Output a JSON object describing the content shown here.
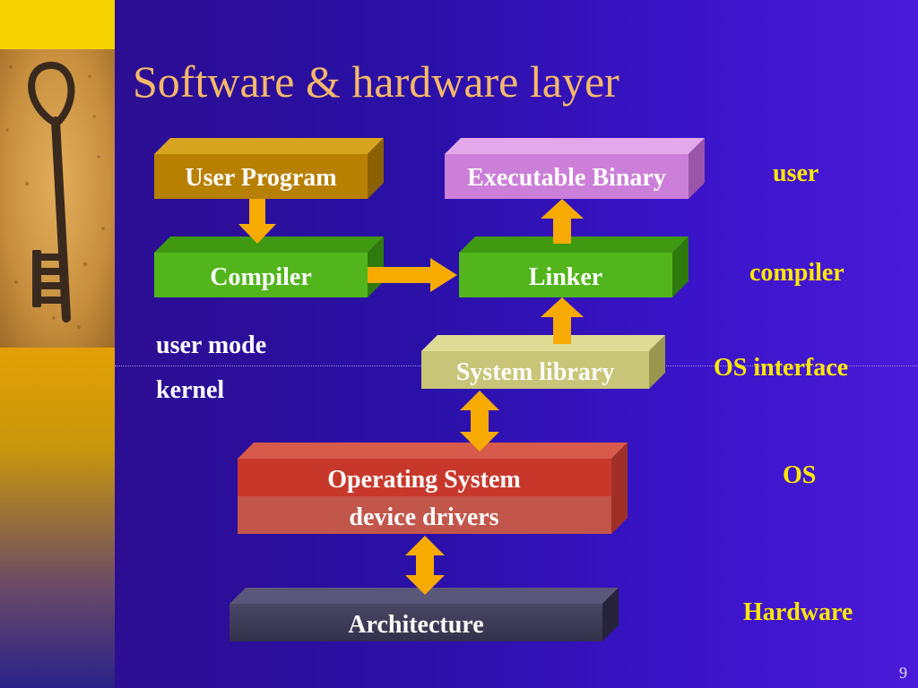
{
  "slide": {
    "title": "Software & hardware layer",
    "page_number": "9"
  },
  "boxes": {
    "user_program": "User Program",
    "executable_binary": "Executable Binary",
    "compiler": "Compiler",
    "linker": "Linker",
    "system_library": "System library",
    "operating_system": "Operating System",
    "device_drivers": "device drivers",
    "architecture": "Architecture"
  },
  "mode_labels": {
    "user_mode": "user mode",
    "kernel": "kernel"
  },
  "layer_labels": {
    "user": "user",
    "compiler": "compiler",
    "os_interface": "OS interface",
    "os": "OS",
    "hardware": "Hardware"
  },
  "colors": {
    "background": "#2a10a6",
    "title": "#f6b86a",
    "layer_label": "#ffe800",
    "arrow": "#f7ab00",
    "user_program_box": "#b88000",
    "executable_box": "#cc7fd8",
    "compiler_box": "#52b51c",
    "linker_box": "#52b51c",
    "system_library_box": "#c9c578",
    "operating_system_box": "#c8382a",
    "device_drivers_box": "#c2564a",
    "architecture_box": "#3d3a55"
  }
}
